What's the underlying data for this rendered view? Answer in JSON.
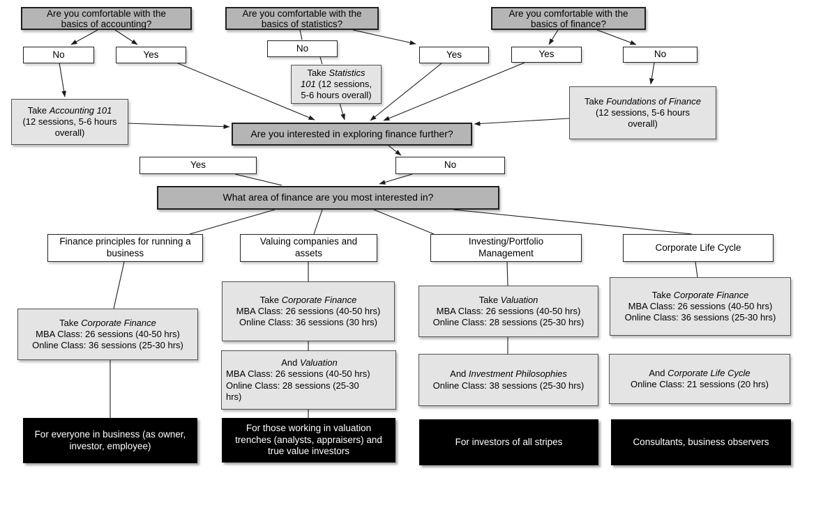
{
  "palette": {
    "question_fill": "#b5b5b5",
    "course_fill": "#e4e4e4",
    "decision_fill": "#ffffff",
    "audience_fill": "#000000",
    "line_color": "#1d1d1d",
    "text_color": "#000000",
    "audience_text_color": "#ffffff"
  },
  "nodes": {
    "q_accounting": {
      "lines": [
        {
          "s": [
            [
              "Are you comfortable with the",
              0
            ]
          ]
        },
        {
          "s": [
            [
              "basics of accounting?",
              0
            ]
          ]
        }
      ]
    },
    "q_statistics": {
      "lines": [
        {
          "s": [
            [
              "Are you comfortable with the",
              0
            ]
          ]
        },
        {
          "s": [
            [
              "basics of statistics?",
              0
            ]
          ]
        }
      ]
    },
    "q_finance": {
      "lines": [
        {
          "s": [
            [
              "Are you comfortable with the",
              0
            ]
          ]
        },
        {
          "s": [
            [
              "basics of finance?",
              0
            ]
          ]
        }
      ]
    },
    "acc_no": {
      "label": "No"
    },
    "acc_yes": {
      "label": "Yes"
    },
    "stat_no": {
      "label": "No"
    },
    "stat_yes": {
      "label": "Yes"
    },
    "fin_yes": {
      "label": "Yes"
    },
    "fin_no": {
      "label": "No"
    },
    "take_accounting": {
      "lines": [
        {
          "s": [
            [
              "Take ",
              0
            ],
            [
              "Accounting 101",
              1
            ]
          ]
        },
        {
          "s": [
            [
              "(12 sessions, 5-6 hours",
              0
            ]
          ]
        },
        {
          "s": [
            [
              "overall)",
              0
            ]
          ]
        }
      ]
    },
    "take_statistics": {
      "lines": [
        {
          "s": [
            [
              "Take ",
              0
            ],
            [
              "Statistics",
              1
            ]
          ]
        },
        {
          "s": [
            [
              "101",
              1
            ],
            [
              " (12 sessions,",
              0
            ]
          ]
        },
        {
          "s": [
            [
              "5-6 hours overall)",
              0
            ]
          ]
        }
      ]
    },
    "take_foundations": {
      "lines": [
        {
          "s": [
            [
              "Take ",
              0
            ],
            [
              "Foundations of Finance",
              1
            ]
          ]
        },
        {
          "s": [
            [
              "(12 sessions, 5-6 hours",
              0
            ]
          ]
        },
        {
          "s": [
            [
              "overall)",
              0
            ]
          ]
        }
      ]
    },
    "hub": {
      "label": "Are you interested in exploring finance further?"
    },
    "hub_yes": {
      "label": "Yes"
    },
    "hub_no": {
      "label": "No"
    },
    "what_area": {
      "label": "What area of finance are you most interested in?"
    },
    "cat_principles": {
      "lines": [
        {
          "s": [
            [
              "Finance principles for running a",
              0
            ]
          ]
        },
        {
          "s": [
            [
              "business",
              0
            ]
          ]
        }
      ]
    },
    "cat_valuing": {
      "lines": [
        {
          "s": [
            [
              "Valuing companies and",
              0
            ]
          ]
        },
        {
          "s": [
            [
              "assets",
              0
            ]
          ]
        }
      ]
    },
    "cat_investing": {
      "lines": [
        {
          "s": [
            [
              "Investing/Portfolio",
              0
            ]
          ]
        },
        {
          "s": [
            [
              "Management",
              0
            ]
          ]
        }
      ]
    },
    "cat_lifecycle": {
      "label": "Corporate Life Cycle"
    },
    "course1": {
      "lines": [
        {
          "s": [
            [
              "Take ",
              0
            ],
            [
              "Corporate Finance",
              1
            ]
          ]
        },
        {
          "s": [
            [
              "MBA Class: 26 sessions (40-50 hrs)",
              0
            ]
          ]
        },
        {
          "s": [
            [
              "Online Class: 36 sessions (25-30 hrs)",
              0
            ]
          ]
        }
      ]
    },
    "course2a": {
      "lines": [
        {
          "s": [
            [
              "Take ",
              0
            ],
            [
              "Corporate Finance",
              1
            ]
          ]
        },
        {
          "s": [
            [
              "MBA Class: 26 sessions (40-50 hrs)",
              0
            ]
          ]
        },
        {
          "s": [
            [
              "Online Class: 36 sessions (30 hrs)",
              0
            ]
          ]
        }
      ]
    },
    "course2b": {
      "lines": [
        {
          "s": [
            [
              "And ",
              0
            ],
            [
              "Valuation",
              1
            ]
          ],
          "c": 1
        },
        {
          "s": [
            [
              "MBA Class: 26 sessions (40-50 hrs)",
              0
            ]
          ]
        },
        {
          "s": [
            [
              "Online Class: 28 sessions (25-30",
              0
            ]
          ]
        },
        {
          "s": [
            [
              "hrs)",
              0
            ]
          ]
        }
      ]
    },
    "course3a": {
      "lines": [
        {
          "s": [
            [
              "Take ",
              0
            ],
            [
              "Valuation",
              1
            ]
          ]
        },
        {
          "s": [
            [
              "MBA Class: 26 sessions (40-50 hrs)",
              0
            ]
          ]
        },
        {
          "s": [
            [
              "Online Class: 28 sessions (25-30 hrs)",
              0
            ]
          ]
        }
      ]
    },
    "course3b": {
      "lines": [
        {
          "s": [
            [
              "And ",
              0
            ],
            [
              "Investment Philosophies",
              1
            ]
          ]
        },
        {
          "s": [
            [
              "Online Class: 38 sessions (25-30 hrs)",
              0
            ]
          ]
        }
      ]
    },
    "course4a": {
      "lines": [
        {
          "s": [
            [
              "Take ",
              0
            ],
            [
              "Corporate Finance",
              1
            ]
          ]
        },
        {
          "s": [
            [
              "MBA Class: 26 sessions (40-50 hrs)",
              0
            ]
          ]
        },
        {
          "s": [
            [
              "Online Class: 36 sessions (25-30 hrs)",
              0
            ]
          ]
        }
      ]
    },
    "course4b": {
      "lines": [
        {
          "s": [
            [
              "And ",
              0
            ],
            [
              "Corporate Life Cycle",
              1
            ]
          ]
        },
        {
          "s": [
            [
              "Online Class: 21 sessions (20 hrs)",
              0
            ]
          ]
        }
      ]
    },
    "aud1": {
      "lines": [
        {
          "s": [
            [
              "For everyone in business (as owner,",
              0
            ]
          ]
        },
        {
          "s": [
            [
              "investor, employee)",
              0
            ]
          ]
        }
      ]
    },
    "aud2": {
      "lines": [
        {
          "s": [
            [
              "For those working in valuation",
              0
            ]
          ]
        },
        {
          "s": [
            [
              "trenches (analysts, appraisers) and",
              0
            ]
          ]
        },
        {
          "s": [
            [
              "true value investors",
              0
            ]
          ]
        }
      ]
    },
    "aud3": {
      "label": "For investors of all stripes"
    },
    "aud4": {
      "label": "Consultants, business observers"
    }
  }
}
